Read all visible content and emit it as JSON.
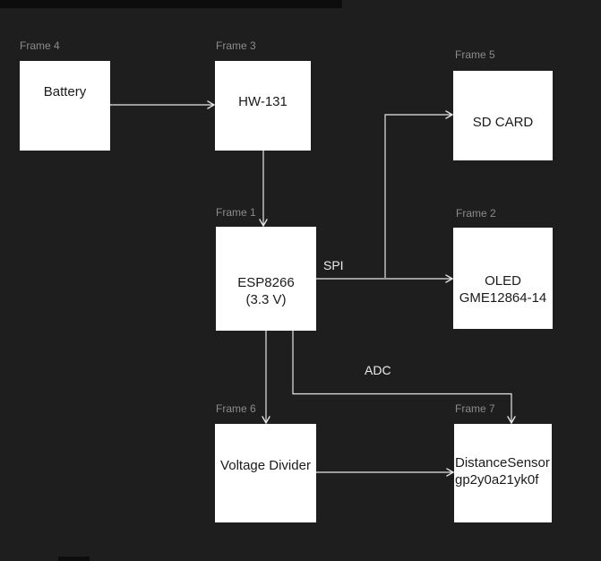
{
  "diagram": {
    "type": "wiring-block-diagram",
    "nodes": {
      "battery": {
        "frame_label": "Frame 4",
        "label": "Battery"
      },
      "hw131": {
        "frame_label": "Frame 3",
        "label": "HW-131"
      },
      "sdcard": {
        "frame_label": "Frame 5",
        "label": "SD CARD"
      },
      "esp8266": {
        "frame_label": "Frame 1",
        "label_line1": "ESP8266",
        "label_line2": "(3.3 V)"
      },
      "oled": {
        "frame_label": "Frame 2",
        "label_line1": "OLED",
        "label_line2": "GME12864-14"
      },
      "voltage_divider": {
        "frame_label": "Frame 6",
        "label": "Voltage Divider"
      },
      "distance_sensor": {
        "frame_label": "Frame 7",
        "label_line1": "DistanceSensor",
        "label_line2": "gp2y0a21yk0f"
      }
    },
    "edges": [
      {
        "from": "battery",
        "to": "hw131",
        "label": ""
      },
      {
        "from": "hw131",
        "to": "esp8266",
        "label": ""
      },
      {
        "from": "esp8266",
        "to": "oled",
        "label": "SPI"
      },
      {
        "from": "esp8266",
        "to": "sdcard",
        "label": "SPI"
      },
      {
        "from": "esp8266",
        "to": "voltage_divider",
        "label": ""
      },
      {
        "from": "esp8266",
        "to": "distance_sensor",
        "label": "ADC"
      },
      {
        "from": "voltage_divider",
        "to": "distance_sensor",
        "label": ""
      }
    ],
    "edge_labels": {
      "spi": "SPI",
      "adc": "ADC"
    },
    "colors": {
      "canvas_bg": "#1e1e1e",
      "node_fill": "#ffffff",
      "node_text": "#1b1b1b",
      "frame_label": "#8b8b8b",
      "connector": "#e6e6e6",
      "letterbox": "#0d0d0d"
    }
  }
}
